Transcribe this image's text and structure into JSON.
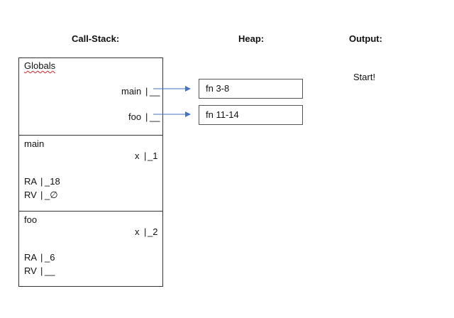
{
  "headers": {
    "stack": "Call-Stack:",
    "heap": "Heap:",
    "output": "Output:"
  },
  "globals": {
    "title": "Globals",
    "main": {
      "name": "main",
      "sep": "|",
      "value": "__"
    },
    "foo": {
      "name": "foo",
      "sep": "|",
      "value": "__"
    }
  },
  "main_frame": {
    "title": "main",
    "x": {
      "name": "x",
      "sep": "|",
      "value": "_1"
    },
    "ra": {
      "name": "RA",
      "sep": "|",
      "value": "_18"
    },
    "rv": {
      "name": "RV",
      "sep": "|",
      "value": "_∅"
    }
  },
  "foo_frame": {
    "title": "foo",
    "x": {
      "name": "x",
      "sep": "|",
      "value": "_2"
    },
    "ra": {
      "name": "RA",
      "sep": "|",
      "value": "_6"
    },
    "rv": {
      "name": "RV",
      "sep": "|",
      "value": "__"
    }
  },
  "heap": [
    {
      "label": "fn 3-8"
    },
    {
      "label": "fn 11-14"
    }
  ],
  "output": {
    "text": "Start!"
  },
  "colors": {
    "arrow": "#4472C4",
    "squiggle": "#d22222",
    "border": "#333333"
  }
}
